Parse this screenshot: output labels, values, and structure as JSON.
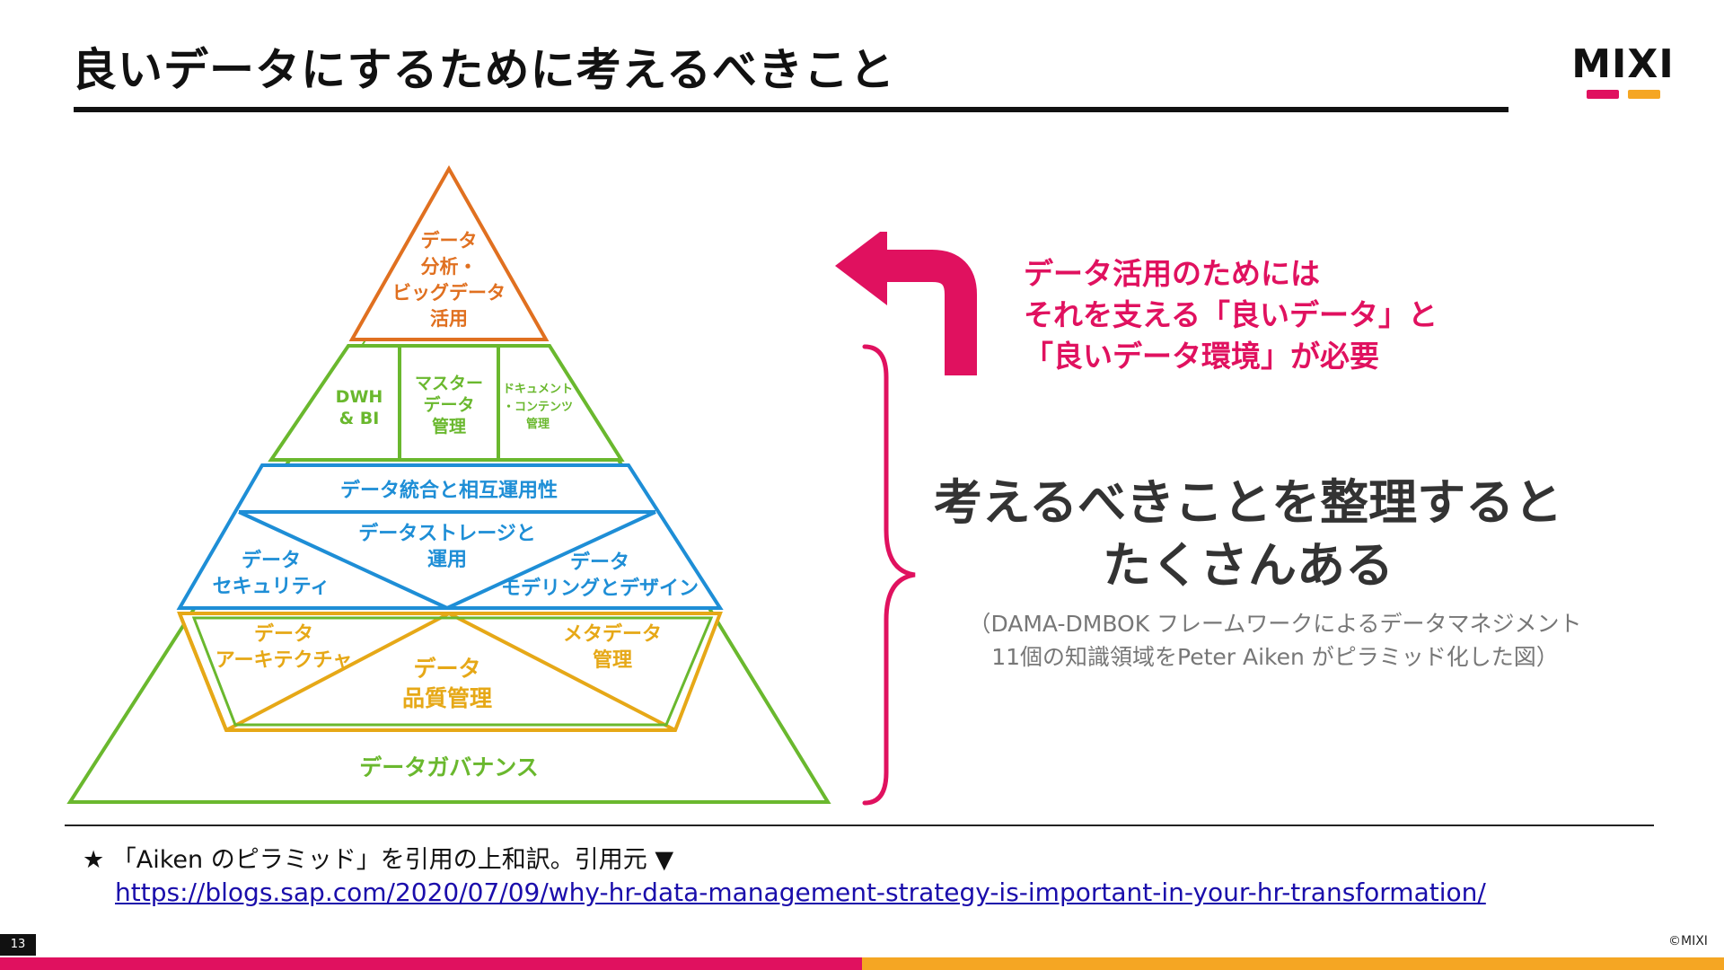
{
  "slide": {
    "title": "良いデータにするために考えるべきこと",
    "page_number": "13",
    "copyright": "©MIXI"
  },
  "logo": {
    "text": "MIXI",
    "colors": [
      "#e0115f",
      "#f5a623"
    ]
  },
  "pyramid": {
    "colors": {
      "orange": "#e07020",
      "green": "#6ab82e",
      "blue": "#1e8ed6",
      "yellow": "#e6a817"
    },
    "top": [
      "データ",
      "分析・",
      "ビッグデータ",
      "活用"
    ],
    "tier2": {
      "left": [
        "DWH",
        "& BI"
      ],
      "middle": [
        "マスター",
        "データ",
        "管理"
      ],
      "right": [
        "ドキュメント",
        "・コンテンツ",
        "管理"
      ]
    },
    "tier3_band": "データ統合と相互運用性",
    "tier3": {
      "center": [
        "データストレージと",
        "運用"
      ],
      "left": [
        "データ",
        "セキュリティ"
      ],
      "right": [
        "データ",
        "モデリングとデザイン"
      ]
    },
    "tier4": {
      "left": [
        "データ",
        "アーキテクチャ"
      ],
      "right": [
        "メタデータ",
        "管理"
      ],
      "center": [
        "データ",
        "品質管理"
      ]
    },
    "base": "データガバナンス"
  },
  "message": {
    "lines": [
      "データ活用のためには",
      "それを支える「良いデータ」と",
      "「良いデータ環境」が必要"
    ],
    "color": "#e0115f"
  },
  "main_statement": {
    "line1": "考えるべきことを整理すると",
    "line2": "たくさんある"
  },
  "note": {
    "line1": "（DAMA-DMBOK フレームワークによるデータマネジメント",
    "line2": "11個の知識領域をPeter Aiken がピラミッド化した図）"
  },
  "citation": {
    "text": "★ 「Aiken のピラミッド」を引用の上和訳。引用元 ▼",
    "url": "https://blogs.sap.com/2020/07/09/why-hr-data-management-strategy-is-important-in-your-hr-transformation/"
  },
  "footer": {
    "colors": [
      "#e0115f",
      "#f5a623"
    ]
  }
}
